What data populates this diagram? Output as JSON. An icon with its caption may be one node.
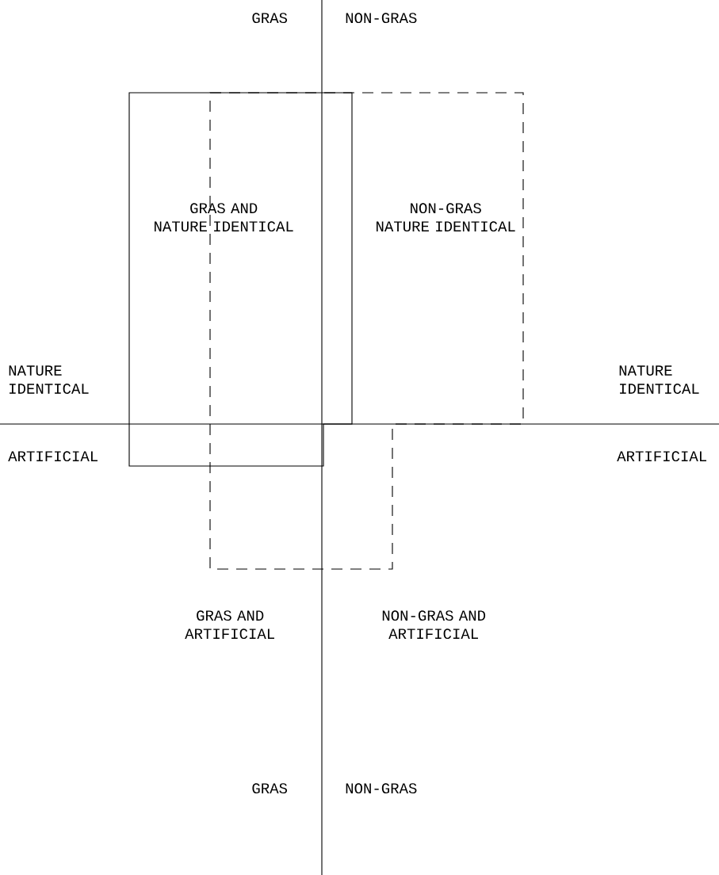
{
  "diagram": {
    "labels": [
      "GRAS",
      "NON-GRAS",
      "GRAS AND NATURE IDENTICAL",
      "NON-GRAS NATURE IDENTICAL",
      "NATURE IDENTICAL",
      "NATURE IDENTICAL",
      "ARTIFICIAL",
      "ARTIFICIAL",
      "GRAS AND ARTIFICIAL",
      "NON-GRAS AND ARTIFICIAL",
      "GRAS",
      "NON-GRAS"
    ]
  }
}
